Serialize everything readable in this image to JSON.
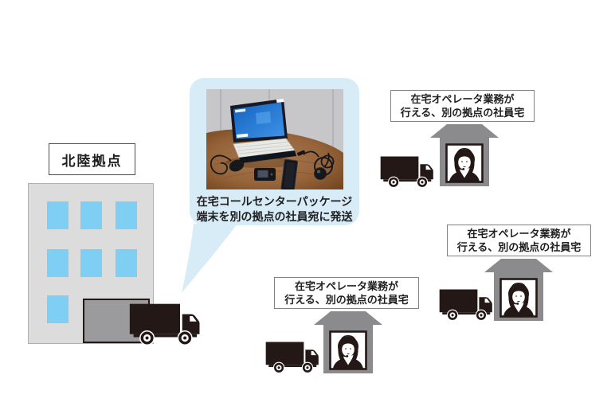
{
  "colors": {
    "bg": "#ffffff",
    "dark": "#231815",
    "text": "#1f1f1f",
    "bubble": "#d8ecf8",
    "window": "#7fcff4",
    "building": "#dcdcdd",
    "building_border": "#b0b0b2",
    "garage": "#9b9b9d",
    "house": "#8b8b8d",
    "label_border_dark": "#4c4c4c",
    "label_border": "#828282"
  },
  "origin": {
    "label": "北陸拠点"
  },
  "bubble": {
    "caption_line1": "在宅コールセンターパッケージ",
    "caption_line2": "端末を別の拠点の社員宛に発送"
  },
  "sites": [
    {
      "label_line1": "在宅オペレータ業務が",
      "label_line2": "行える、別の拠点の社員宅"
    },
    {
      "label_line1": "在宅オペレータ業務が",
      "label_line2": "行える、別の拠点の社員宅"
    },
    {
      "label_line1": "在宅オペレータ業務が",
      "label_line2": "行える、別の拠点の社員宅"
    }
  ],
  "icons": {
    "building-icon": "gray office building with blue windows and loading dock",
    "delivery-truck-icon": "black box delivery truck facing right",
    "house-icon": "gray house with triangular roof",
    "operator-portrait-icon": "female operator wearing headset, black and white portrait",
    "package-photo": "laptop, mouse, mobile router, smartphone and headset on a wooden desk"
  }
}
